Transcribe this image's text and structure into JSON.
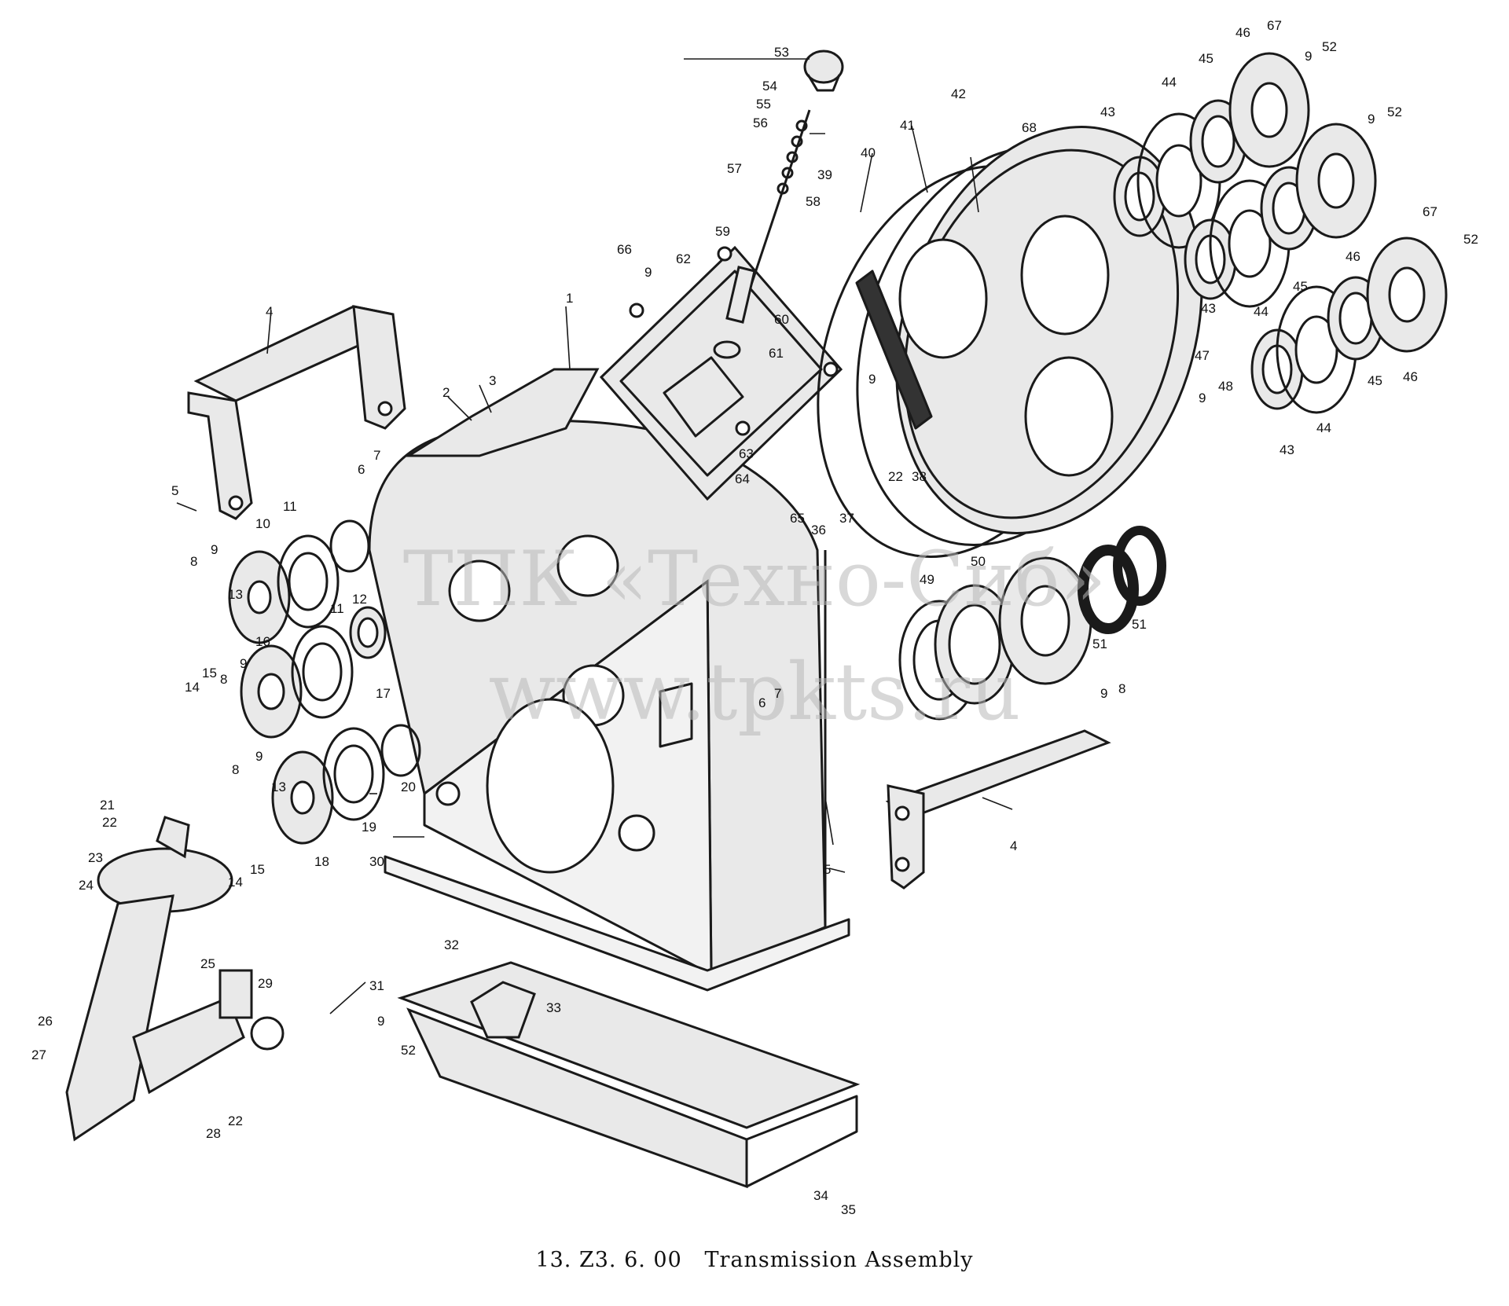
{
  "caption": "13. Z3. 6. 00   Transmission Assembly",
  "watermark": {
    "line1": "ТПК «Техно-Сиб»",
    "line2": "www.tpkts.ru"
  },
  "callouts": [
    {
      "label": "1"
    },
    {
      "label": "2"
    },
    {
      "label": "3"
    },
    {
      "label": "4"
    },
    {
      "label": "4"
    },
    {
      "label": "5"
    },
    {
      "label": "5"
    },
    {
      "label": "6"
    },
    {
      "label": "6"
    },
    {
      "label": "7"
    },
    {
      "label": "7"
    },
    {
      "label": "8"
    },
    {
      "label": "8"
    },
    {
      "label": "8"
    },
    {
      "label": "8"
    },
    {
      "label": "9"
    },
    {
      "label": "9"
    },
    {
      "label": "9"
    },
    {
      "label": "9"
    },
    {
      "label": "9"
    },
    {
      "label": "9"
    },
    {
      "label": "9"
    },
    {
      "label": "9"
    },
    {
      "label": "9"
    },
    {
      "label": "9"
    },
    {
      "label": "10"
    },
    {
      "label": "11"
    },
    {
      "label": "11"
    },
    {
      "label": "12"
    },
    {
      "label": "13"
    },
    {
      "label": "13"
    },
    {
      "label": "14"
    },
    {
      "label": "14"
    },
    {
      "label": "15"
    },
    {
      "label": "15"
    },
    {
      "label": "16"
    },
    {
      "label": "17"
    },
    {
      "label": "18"
    },
    {
      "label": "19"
    },
    {
      "label": "20"
    },
    {
      "label": "21"
    },
    {
      "label": "22"
    },
    {
      "label": "22"
    },
    {
      "label": "22"
    },
    {
      "label": "23"
    },
    {
      "label": "24"
    },
    {
      "label": "25"
    },
    {
      "label": "26"
    },
    {
      "label": "27"
    },
    {
      "label": "28"
    },
    {
      "label": "29"
    },
    {
      "label": "30"
    },
    {
      "label": "31"
    },
    {
      "label": "32"
    },
    {
      "label": "33"
    },
    {
      "label": "34"
    },
    {
      "label": "35"
    },
    {
      "label": "36"
    },
    {
      "label": "37"
    },
    {
      "label": "38"
    },
    {
      "label": "39"
    },
    {
      "label": "40"
    },
    {
      "label": "41"
    },
    {
      "label": "42"
    },
    {
      "label": "43"
    },
    {
      "label": "43"
    },
    {
      "label": "43"
    },
    {
      "label": "44"
    },
    {
      "label": "44"
    },
    {
      "label": "44"
    },
    {
      "label": "45"
    },
    {
      "label": "45"
    },
    {
      "label": "45"
    },
    {
      "label": "46"
    },
    {
      "label": "46"
    },
    {
      "label": "46"
    },
    {
      "label": "47"
    },
    {
      "label": "48"
    },
    {
      "label": "49"
    },
    {
      "label": "50"
    },
    {
      "label": "51"
    },
    {
      "label": "51"
    },
    {
      "label": "52"
    },
    {
      "label": "52"
    },
    {
      "label": "52"
    },
    {
      "label": "52"
    },
    {
      "label": "53"
    },
    {
      "label": "54"
    },
    {
      "label": "55"
    },
    {
      "label": "56"
    },
    {
      "label": "57"
    },
    {
      "label": "58"
    },
    {
      "label": "59"
    },
    {
      "label": "60"
    },
    {
      "label": "61"
    },
    {
      "label": "62"
    },
    {
      "label": "63"
    },
    {
      "label": "64"
    },
    {
      "label": "65"
    },
    {
      "label": "66"
    },
    {
      "label": "67"
    },
    {
      "label": "67"
    },
    {
      "label": "68"
    }
  ]
}
